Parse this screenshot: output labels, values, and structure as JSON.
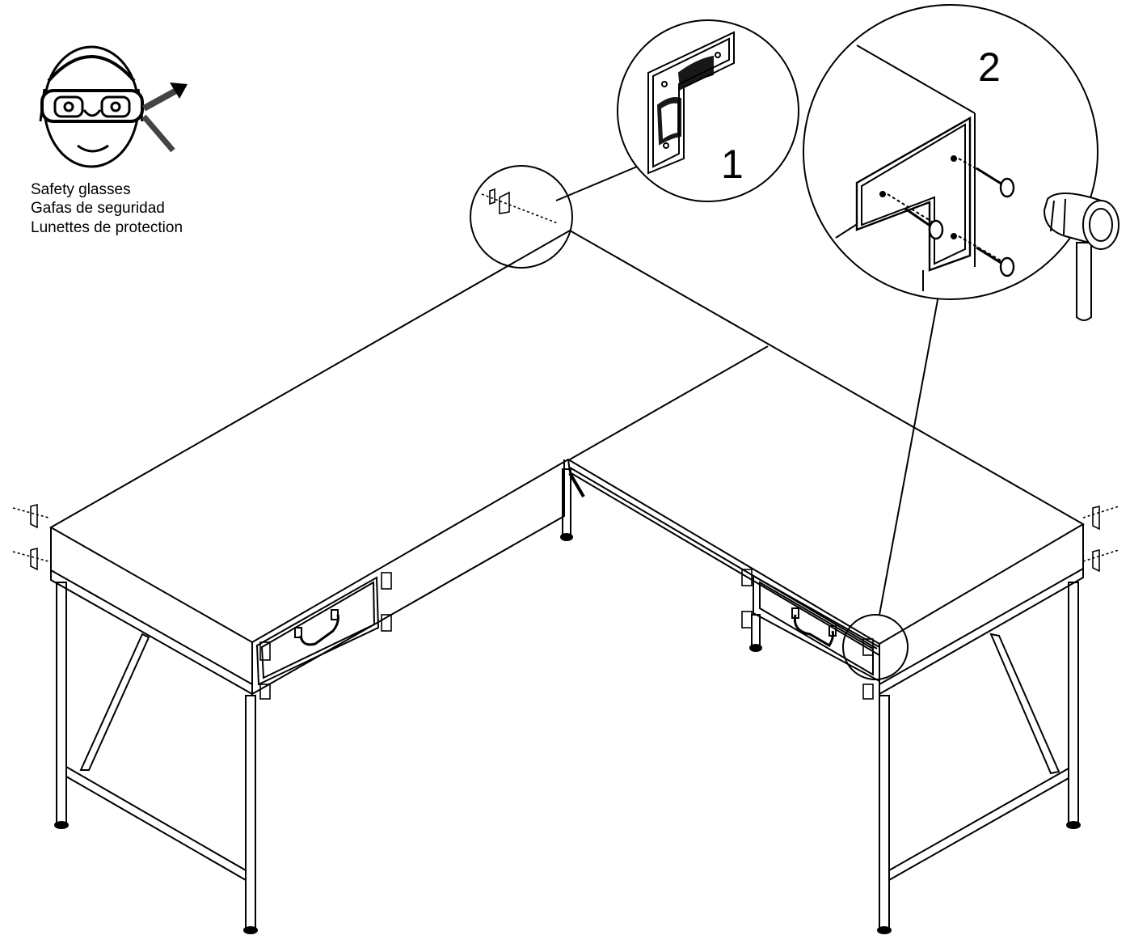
{
  "safety": {
    "lines": [
      "Safety glasses",
      "Gafas de seguridad",
      "Lunettes de protection"
    ]
  },
  "details": {
    "step1": {
      "number": "1"
    },
    "step2": {
      "number": "2"
    }
  }
}
